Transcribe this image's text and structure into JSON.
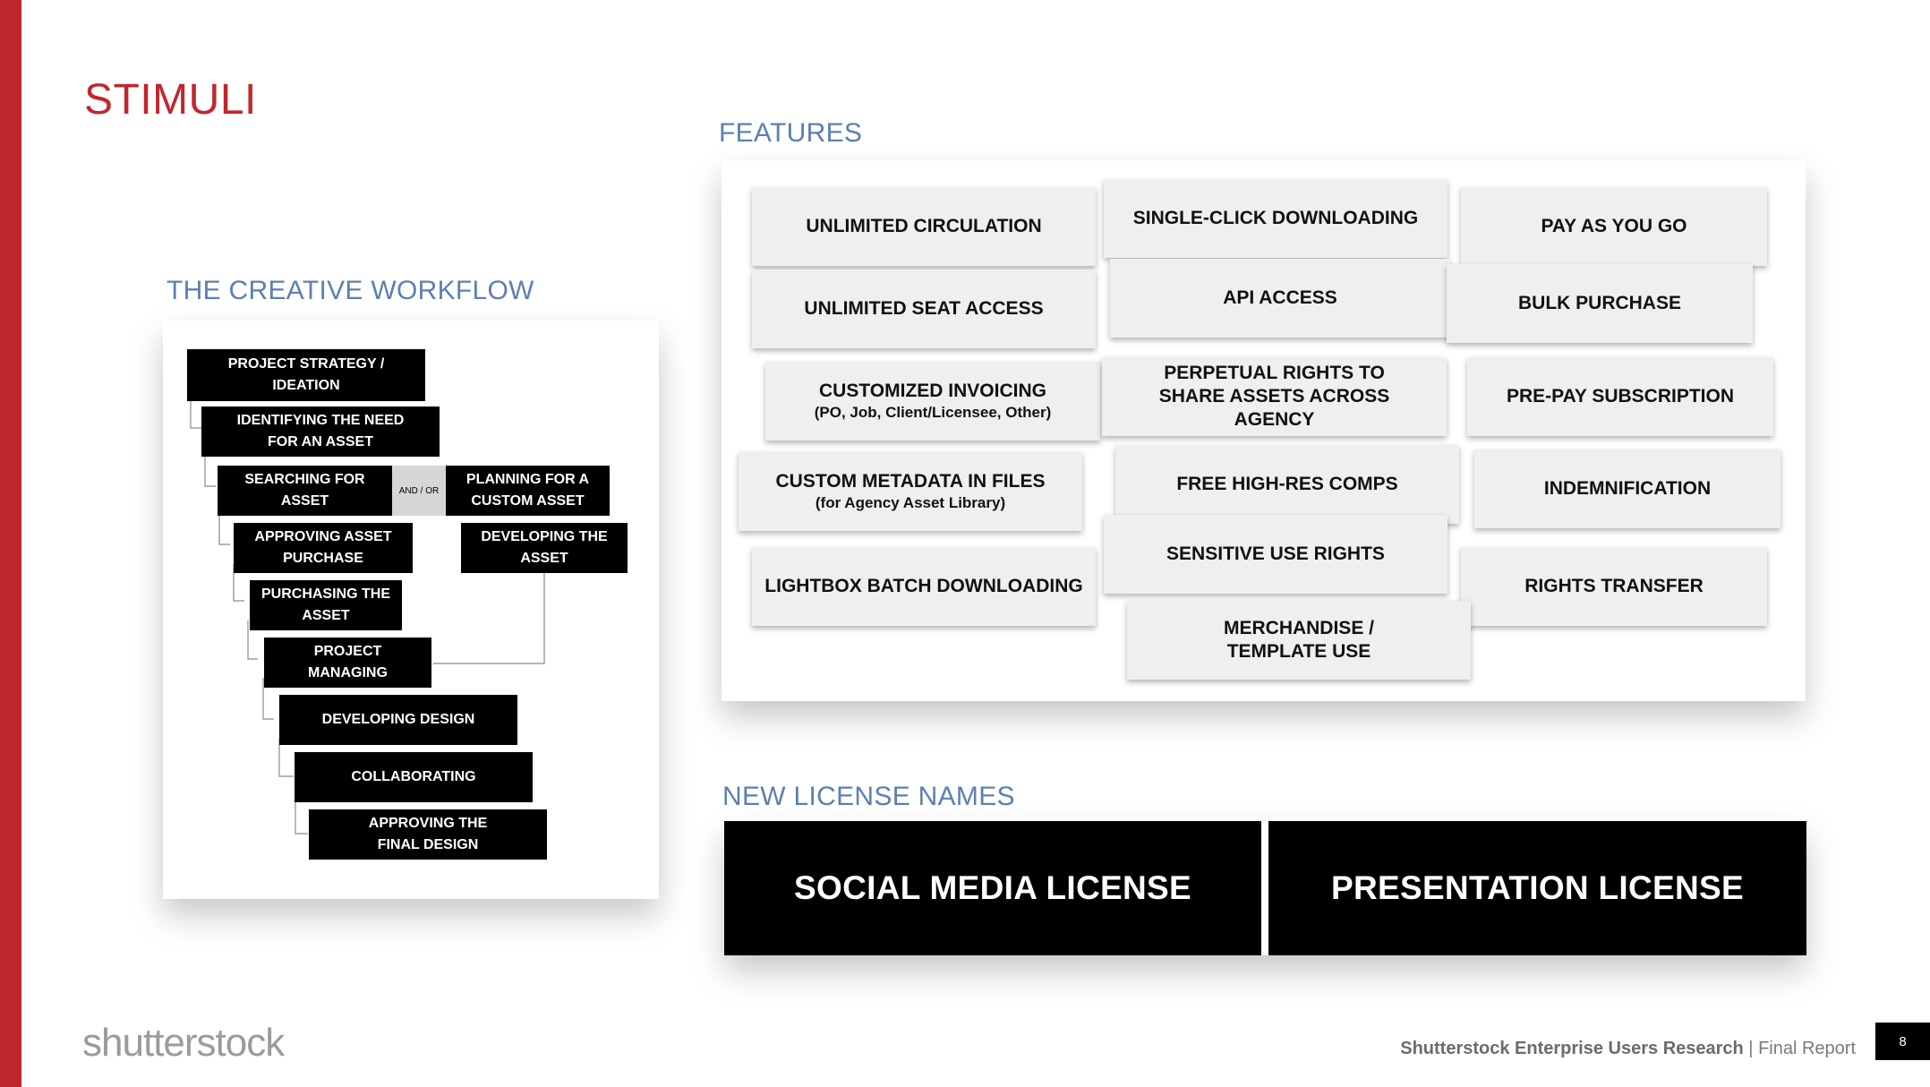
{
  "title": "STIMULI",
  "workflow": {
    "heading": "THE CREATIVE WORKFLOW",
    "steps": [
      {
        "l1": "PROJECT STRATEGY /",
        "l2": "IDEATION"
      },
      {
        "l1": "IDENTIFYING THE NEED",
        "l2": "FOR AN ASSET"
      },
      {
        "l1": "SEARCHING FOR",
        "l2": "ASSET"
      },
      {
        "l1": "PLANNING FOR A",
        "l2": "CUSTOM ASSET"
      },
      {
        "l1": "APPROVING ASSET",
        "l2": "PURCHASE"
      },
      {
        "l1": "DEVELOPING THE",
        "l2": "ASSET"
      },
      {
        "l1": "PURCHASING THE",
        "l2": "ASSET"
      },
      {
        "l1": "PROJECT",
        "l2": "MANAGING"
      },
      {
        "l1": "DEVELOPING DESIGN",
        "l2": ""
      },
      {
        "l1": "COLLABORATING",
        "l2": ""
      },
      {
        "l1": "APPROVING THE",
        "l2": "FINAL DESIGN"
      }
    ],
    "and_or": "AND / OR"
  },
  "features": {
    "heading": "FEATURES",
    "items": [
      {
        "label": "UNLIMITED CIRCULATION",
        "sub": ""
      },
      {
        "label": "SINGLE-CLICK DOWNLOADING",
        "sub": ""
      },
      {
        "label": "PAY AS YOU GO",
        "sub": ""
      },
      {
        "label": "UNLIMITED SEAT ACCESS",
        "sub": ""
      },
      {
        "label": "API ACCESS",
        "sub": ""
      },
      {
        "label": "BULK PURCHASE",
        "sub": ""
      },
      {
        "label": "CUSTOMIZED INVOICING",
        "sub": "(PO, Job, Client/Licensee, Other)"
      },
      {
        "label": "PERPETUAL RIGHTS TO SHARE ASSETS ACROSS AGENCY",
        "sub": ""
      },
      {
        "label": "PRE-PAY SUBSCRIPTION",
        "sub": ""
      },
      {
        "label": "CUSTOM METADATA IN FILES",
        "sub": "(for Agency Asset Library)"
      },
      {
        "label": "FREE HIGH-RES COMPS",
        "sub": ""
      },
      {
        "label": "INDEMNIFICATION",
        "sub": ""
      },
      {
        "label": "SENSITIVE USE RIGHTS",
        "sub": ""
      },
      {
        "label": "LIGHTBOX BATCH DOWNLOADING",
        "sub": ""
      },
      {
        "label": "RIGHTS TRANSFER",
        "sub": ""
      },
      {
        "label": "MERCHANDISE / TEMPLATE USE",
        "sub": ""
      }
    ]
  },
  "licenses": {
    "heading": "NEW LICENSE NAMES",
    "items": [
      "SOCIAL MEDIA LICENSE",
      "PRESENTATION LICENSE"
    ]
  },
  "footer": {
    "logo": "shutterstock",
    "report_bold": "Shutterstock Enterprise Users Research",
    "separator": " | ",
    "report_rest": "Final Report",
    "page": "8"
  },
  "colors": {
    "accent": "#c0272d",
    "heading_blue": "#5d7fb0"
  }
}
